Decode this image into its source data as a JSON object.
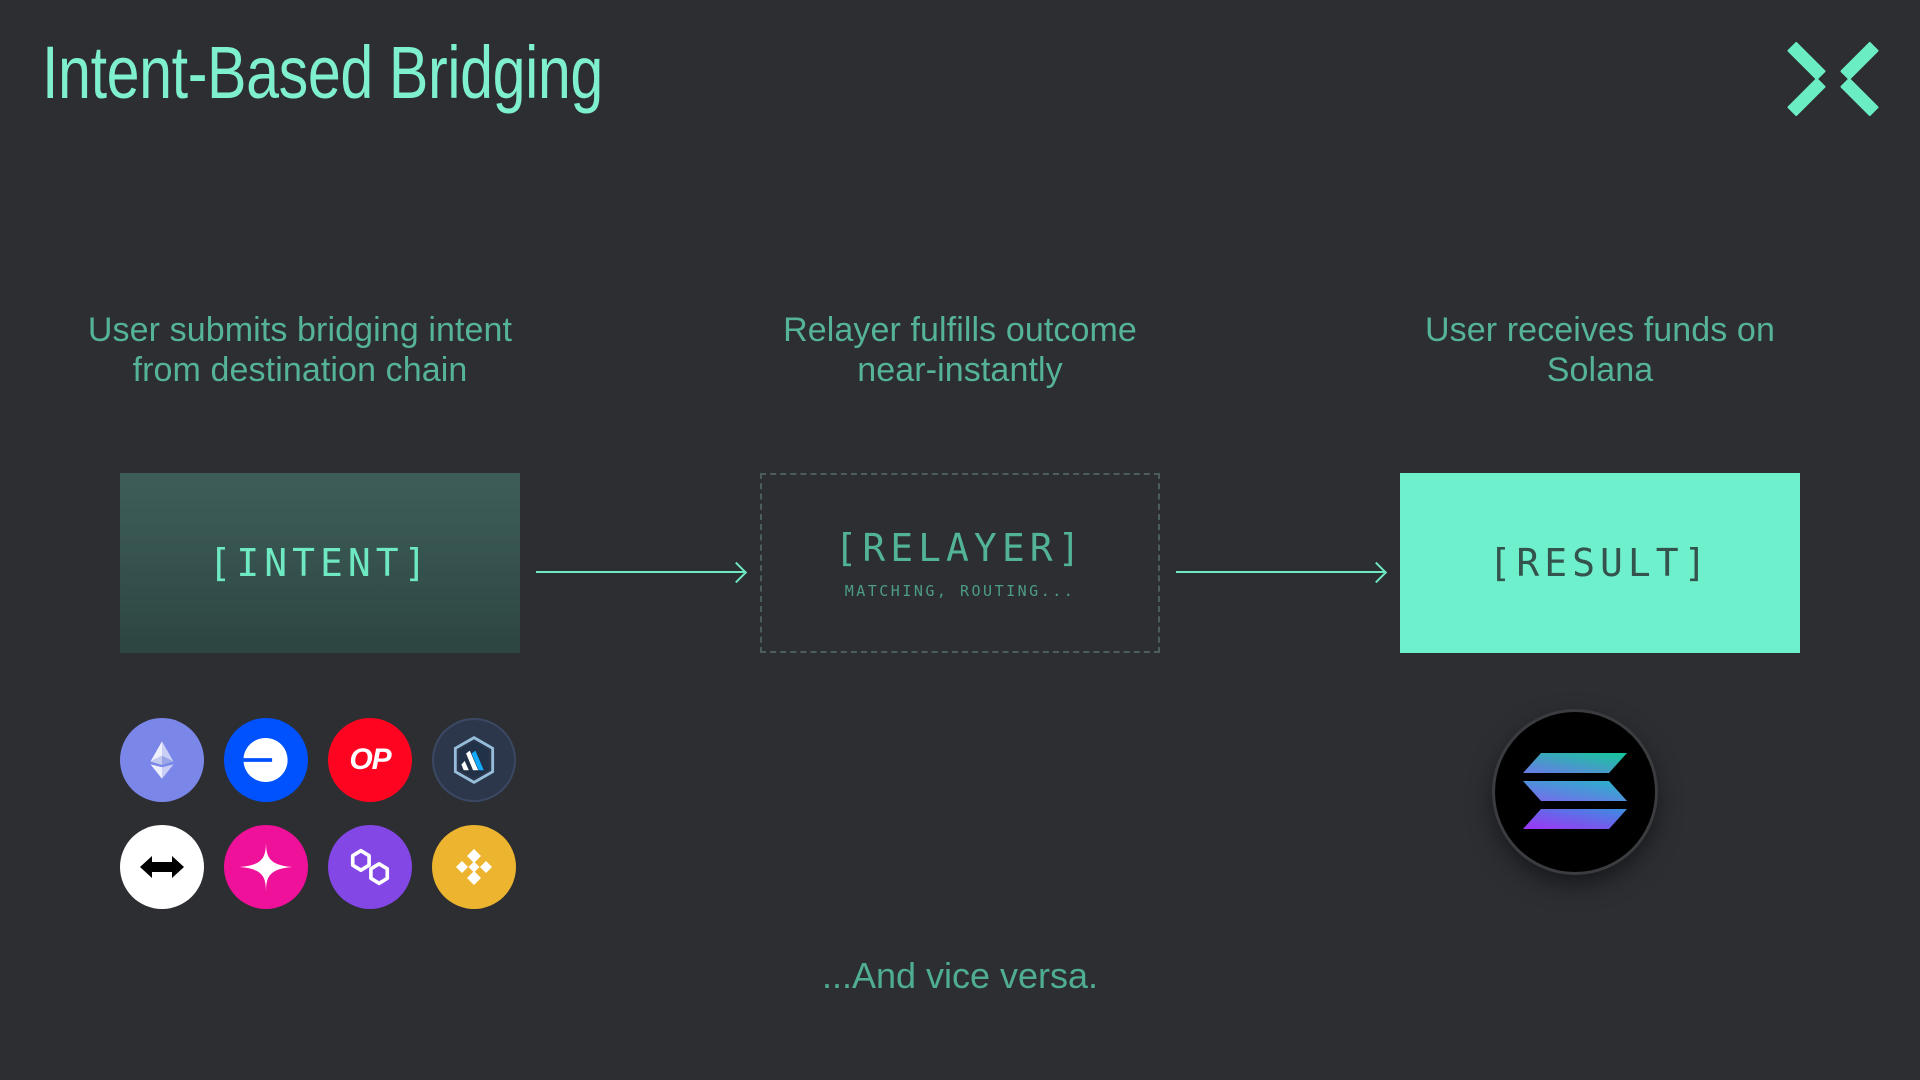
{
  "slide": {
    "title": "Intent-Based Bridging",
    "background_color": "#2c2e32",
    "accent_color": "#6fe9c1",
    "caption_color": "#55b397",
    "brand_icon": "x-mark-icon"
  },
  "columns": [
    {
      "caption": "User submits bridging intent from destination chain",
      "caption_line1": "User submits bridging intent",
      "caption_line2": "from destination chain",
      "box_label": "[INTENT]",
      "box_style": "gradient-fill",
      "box_subtitle": ""
    },
    {
      "caption": "Relayer fulfills outcome near-instantly",
      "caption_line1": "Relayer fulfills outcome",
      "caption_line2": "near-instantly",
      "box_label": "[RELAYER]",
      "box_style": "dashed-outline",
      "box_subtitle": "MATCHING, ROUTING..."
    },
    {
      "caption": "User receives funds on Solana",
      "caption_line1": "User receives funds on",
      "caption_line2": "Solana",
      "box_label": "[RESULT]",
      "box_style": "solid-fill",
      "box_subtitle": ""
    }
  ],
  "arrows": [
    {
      "name": "arrow-intent-to-relayer",
      "direction": "right"
    },
    {
      "name": "arrow-relayer-to-result",
      "direction": "right"
    }
  ],
  "source_chains": [
    {
      "name": "ethereum",
      "icon": "ethereum-icon",
      "color": "#7b87e8"
    },
    {
      "name": "base",
      "icon": "base-icon",
      "color": "#0052ff"
    },
    {
      "name": "optimism",
      "icon": "optimism-icon",
      "color": "#ff0420",
      "text": "OP"
    },
    {
      "name": "arbitrum",
      "icon": "arbitrum-icon",
      "color": "#2d374b"
    },
    {
      "name": "across",
      "icon": "across-icon",
      "color": "#ffffff"
    },
    {
      "name": "linea",
      "icon": "linea-star-icon",
      "color": "#f0119a"
    },
    {
      "name": "polygon",
      "icon": "polygon-icon",
      "color": "#8247e5"
    },
    {
      "name": "bnb-chain",
      "icon": "bnb-icon",
      "color": "#ecb42f"
    }
  ],
  "destination_chain": {
    "name": "solana",
    "icon": "solana-icon",
    "color": "#000000",
    "gradient_from": "#9945ff",
    "gradient_to": "#14f195"
  },
  "footer": {
    "note": "...And vice versa."
  }
}
